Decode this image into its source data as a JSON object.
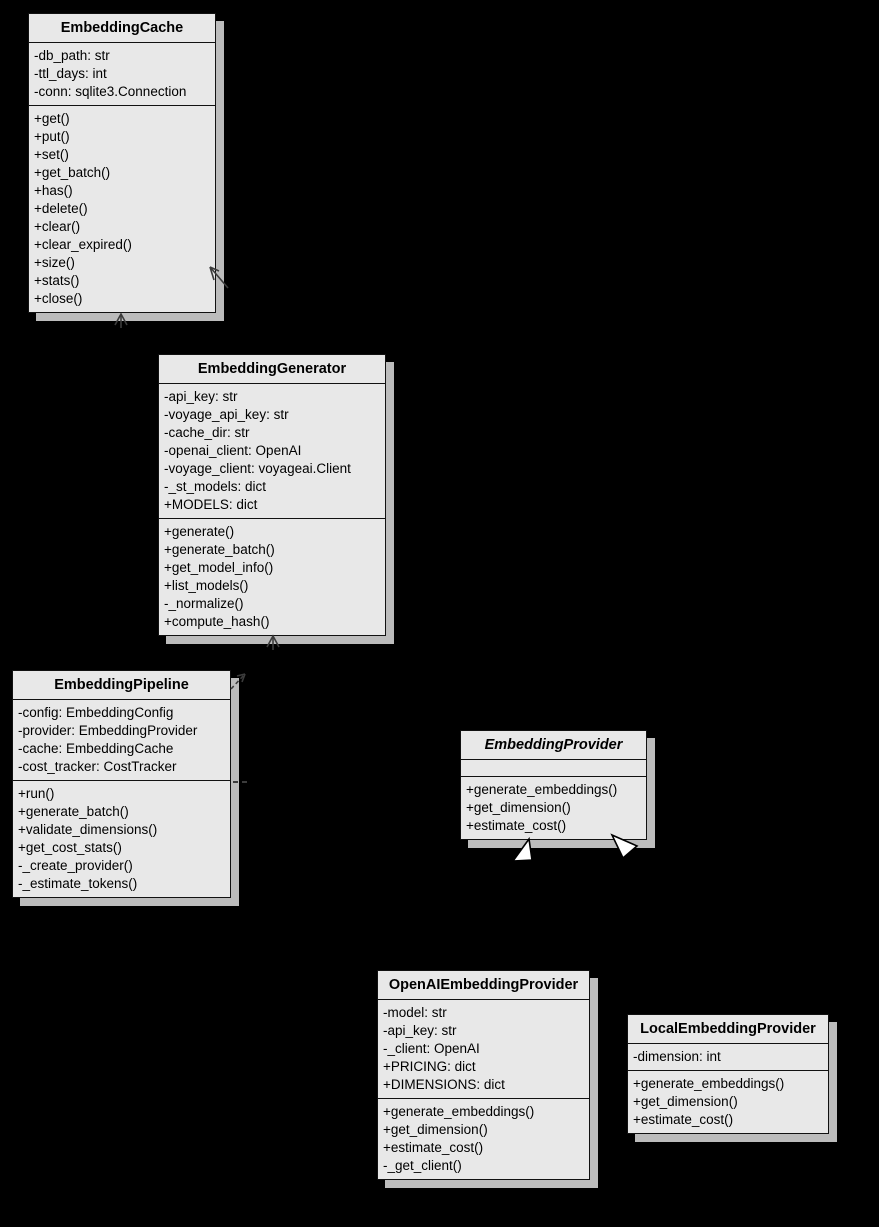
{
  "diagram": {
    "type": "uml-class-diagram",
    "colors": {
      "background": "#000000",
      "node_fill": "#e8e8e8",
      "node_border": "#111111",
      "node_shadow": "#bcbcbc",
      "text": "#000000",
      "arrow": "#3c3c3c",
      "inheritance_triangle_fill": "#ffffff"
    },
    "classes": [
      {
        "name": "EmbeddingCache",
        "abstract": false,
        "attributes": [
          "-db_path: str",
          "-ttl_days: int",
          "-conn: sqlite3.Connection"
        ],
        "methods": [
          "+get()",
          "+put()",
          "+set()",
          "+get_batch()",
          "+has()",
          "+delete()",
          "+clear()",
          "+clear_expired()",
          "+size()",
          "+stats()",
          "+close()"
        ]
      },
      {
        "name": "EmbeddingGenerator",
        "abstract": false,
        "attributes": [
          "-api_key: str",
          "-voyage_api_key: str",
          "-cache_dir: str",
          "-openai_client: OpenAI",
          "-voyage_client: voyageai.Client",
          "-_st_models: dict",
          "+MODELS: dict"
        ],
        "methods": [
          "+generate()",
          "+generate_batch()",
          "+get_model_info()",
          "+list_models()",
          "-_normalize()",
          "+compute_hash()"
        ]
      },
      {
        "name": "EmbeddingPipeline",
        "abstract": false,
        "attributes": [
          "-config: EmbeddingConfig",
          "-provider: EmbeddingProvider",
          "-cache: EmbeddingCache",
          "-cost_tracker: CostTracker"
        ],
        "methods": [
          "+run()",
          "+generate_batch()",
          "+validate_dimensions()",
          "+get_cost_stats()",
          "-_create_provider()",
          "-_estimate_tokens()"
        ]
      },
      {
        "name": "EmbeddingProvider",
        "abstract": true,
        "attributes": [],
        "methods": [
          "+generate_embeddings()",
          "+get_dimension()",
          "+estimate_cost()"
        ]
      },
      {
        "name": "OpenAIEmbeddingProvider",
        "abstract": false,
        "attributes": [
          "-model: str",
          "-api_key: str",
          "-_client: OpenAI",
          "+PRICING: dict",
          "+DIMENSIONS: dict"
        ],
        "methods": [
          "+generate_embeddings()",
          "+get_dimension()",
          "+estimate_cost()",
          "-_get_client()"
        ]
      },
      {
        "name": "LocalEmbeddingProvider",
        "abstract": false,
        "attributes": [
          "-dimension: int"
        ],
        "methods": [
          "+generate_embeddings()",
          "+get_dimension()",
          "+estimate_cost()"
        ]
      }
    ],
    "connectors": [
      {
        "type": "open-arrowhead",
        "at": "EmbeddingCache-bottom"
      },
      {
        "type": "open-arrowhead",
        "at": "EmbeddingCache-right"
      },
      {
        "type": "open-arrowhead",
        "at": "EmbeddingGenerator-bottom"
      },
      {
        "type": "dashed-arrowhead",
        "at": "EmbeddingPipeline-top-right"
      },
      {
        "type": "dashed-line",
        "at": "EmbeddingPipeline-right"
      },
      {
        "type": "hollow-triangle",
        "at": "EmbeddingProvider-bottom-left"
      },
      {
        "type": "hollow-triangle",
        "at": "EmbeddingProvider-bottom-right"
      }
    ]
  }
}
